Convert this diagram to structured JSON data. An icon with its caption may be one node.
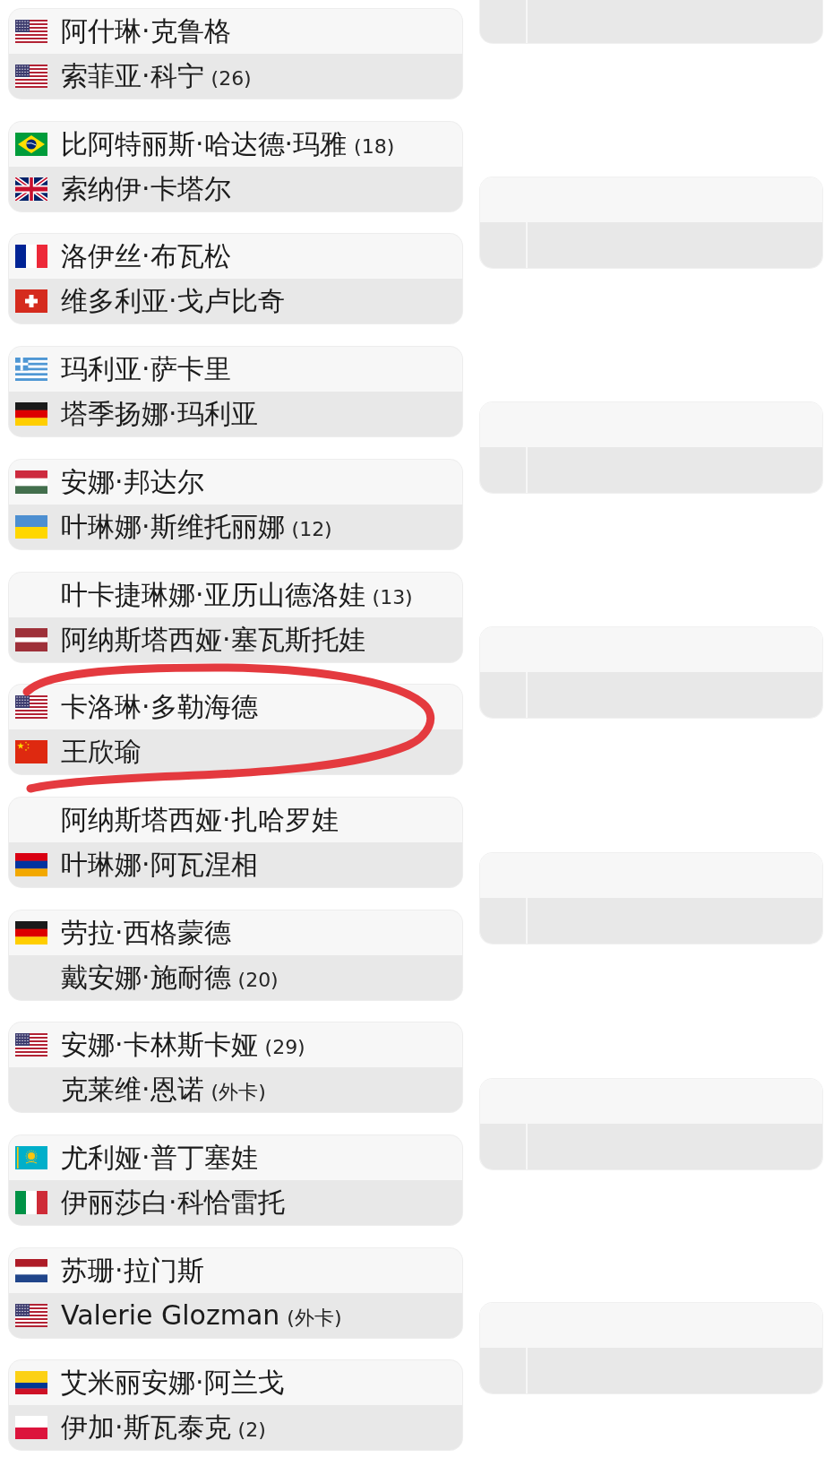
{
  "diagram": {
    "nodes": [
      {
        "text": [],
        "shape": "box"
      },
      {
        "text": [
          "阿什琳·克鲁格"
        ],
        "in": 0
      },
      {
        "text": [
          "索菲亚·科宁",
          "(26)"
        ],
        "in": 0
      },
      {
        "text": [],
        "shape": "box"
      },
      {
        "text": [
          "比阿特丽斯·哈达德·玛雅",
          "(18)"
        ],
        "in": 3
      },
      {
        "text": [
          "索纳伊·卡塔尔"
        ],
        "in": 3
      },
      {
        "text": [],
        "shape": "box"
      },
      {
        "text": [
          "洛伊丝·布瓦松"
        ],
        "in": 6
      },
      {
        "text": [
          "维多利亚·戈卢比奇"
        ],
        "in": 6
      },
      {
        "text": [],
        "shape": "box"
      },
      {
        "text": [
          "玛利亚·萨卡里"
        ],
        "in": 9
      },
      {
        "text": [
          "塔季扬娜·玛利亚"
        ],
        "in": 9
      },
      {
        "text": [],
        "shape": "box"
      },
      {
        "text": [
          "安娜·邦达尔"
        ],
        "in": 12
      },
      {
        "text": [
          "叶琳娜·斯维托丽娜",
          "(12)"
        ],
        "in": 12
      },
      {
        "text": [],
        "shape": "box"
      },
      {
        "text": [
          "叶卡捷琳娜·亚历山德洛娃",
          "(13)"
        ],
        "in": 15
      },
      {
        "text": [
          "阿纳斯塔西娅·塞瓦斯托娃"
        ],
        "in": 15
      },
      {
        "text": [],
        "shape": "box"
      },
      {
        "text": [
          "卡洛琳·多勒海德"
        ],
        "in": 18
      },
      {
        "text": [
          "王欣瑜"
        ],
        "in": 18
      },
      {
        "text": [],
        "shape": "box"
      },
      {
        "text": [
          "阿纳斯塔西娅·扎哈罗娃"
        ],
        "in": 21
      },
      {
        "text": [
          "叶琳娜·阿瓦涅相"
        ],
        "in": 21
      },
      {
        "text": [],
        "shape": "box"
      },
      {
        "text": [
          "劳拉·西格蒙德"
        ],
        "in": 24
      },
      {
        "text": [
          "戴安娜·施耐德",
          "(20)"
        ],
        "in": 24
      },
      {
        "text": [],
        "shape": "box"
      },
      {
        "text": [
          "安娜·卡林斯卡娅",
          "(29)"
        ],
        "in": 27
      },
      {
        "text": [
          "克莱维·恩诺",
          "(外卡)"
        ],
        "in": 27
      },
      {
        "text": [],
        "shape": "box"
      },
      {
        "text": [
          "尤利娅·普丁塞娃"
        ],
        "in": 30
      },
      {
        "text": [
          "伊丽莎白·科恰雷托"
        ],
        "in": 30
      },
      {
        "text": [],
        "shape": "box"
      },
      {
        "text": [
          "苏珊·拉门斯"
        ],
        "in": 33
      },
      {
        "text": [
          "Valerie Glozman",
          "(外卡)"
        ],
        "in": 33
      },
      {
        "text": [],
        "shape": "box"
      },
      {
        "text": [
          "艾米丽安娜·阿兰戈"
        ],
        "in": 36
      },
      {
        "text": [
          "伊加·斯瓦泰克",
          "(2)"
        ],
        "in": 36
      },
      {
        "text": [],
        "shape": "box"
      },
      {
        "text": [],
        "shape": "box"
      },
      {
        "text": [],
        "shape": "box"
      },
      {
        "text": [],
        "shape": "box"
      },
      {
        "text": [],
        "shape": "box"
      },
      {
        "text": [],
        "shape": "box"
      },
      {
        "text": [],
        "shape": "box"
      }
    ]
  }
}
